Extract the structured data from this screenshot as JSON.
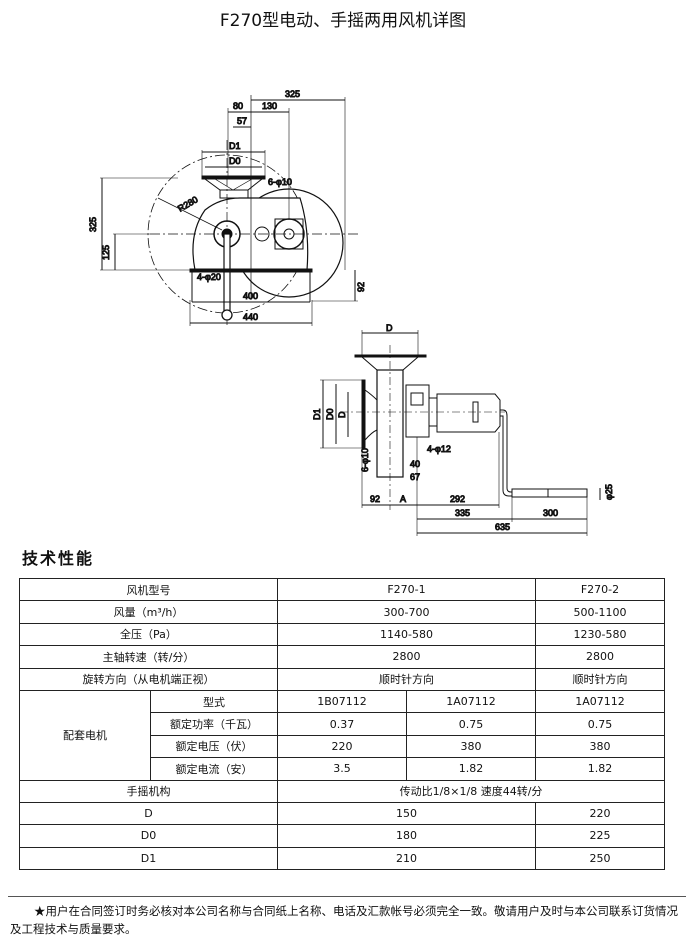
{
  "title": "F270型电动、手摇两用风机详图",
  "drawing_top": {
    "dims": [
      "325",
      "130",
      "80",
      "57",
      "325",
      "125",
      "92",
      "400",
      "440"
    ],
    "labels": [
      "D1",
      "D0",
      "R280",
      "6-φ10",
      "4-φ20"
    ]
  },
  "drawing_side": {
    "dims": [
      "D",
      "92",
      "A",
      "292",
      "335",
      "300",
      "635",
      "40",
      "67"
    ],
    "labels": [
      "D1",
      "D0",
      "D",
      "6-φ10",
      "4-φ12",
      "φ25"
    ]
  },
  "section_title": "技术性能",
  "table": {
    "model_label": "风机型号",
    "model_1": "F270-1",
    "model_2": "F270-2",
    "flow_label": "风量（m³/h）",
    "flow_1": "300-700",
    "flow_2": "500-1100",
    "pressure_label": "全压（Pa）",
    "pressure_1": "1140-580",
    "pressure_2": "1230-580",
    "speed_label": "主轴转速（转/分）",
    "speed_1": "2800",
    "speed_2": "2800",
    "rotation_label": "旋转方向（从电机端正视）",
    "rotation_1": "顺时针方向",
    "rotation_2": "顺时针方向",
    "motor_label": "配套电机",
    "type_label": "型式",
    "type_a": "1B07112",
    "type_b": "1A07112",
    "type_2": "1A07112",
    "power_label": "额定功率（千瓦）",
    "power_a": "0.37",
    "power_b": "0.75",
    "power_2": "0.75",
    "voltage_label": "额定电压（伏）",
    "voltage_a": "220",
    "voltage_b": "380",
    "voltage_2": "380",
    "current_label": "额定电流（安）",
    "current_a": "3.5",
    "current_b": "1.82",
    "current_2": "1.82",
    "crank_label": "手摇机构",
    "crank_value": "传动比1/8×1/8 速度44转/分",
    "d_label": "D",
    "d_1": "150",
    "d_2": "220",
    "d0_label": "D0",
    "d0_1": "180",
    "d0_2": "225",
    "d1_label": "D1",
    "d1_1": "210",
    "d1_2": "250"
  },
  "footer": {
    "note": "★用户在合同签订时务必核对本公司名称与合同纸上名称、电话及汇款帐号必须完全一致。敬请用户及时与本公司联系订货情况及工程技术与质量要求。"
  }
}
